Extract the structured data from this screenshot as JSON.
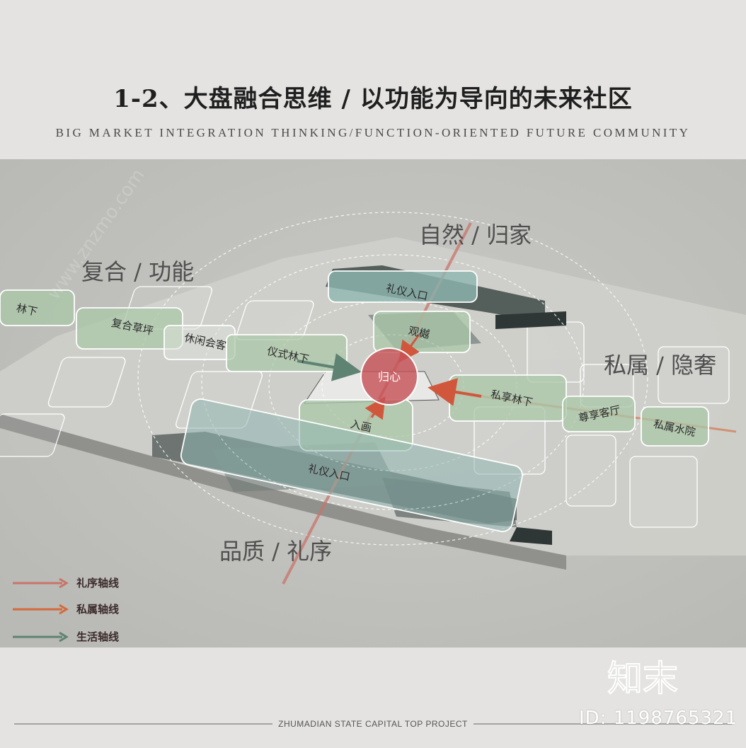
{
  "header": {
    "title": "1-2、大盘融合思维 / 以功能为导向的未来社区",
    "subtitle": "BIG MARKET INTEGRATION THINKING/FUNCTION-ORIENTED FUTURE COMMUNITY"
  },
  "zones": {
    "top": "自然 / 归家",
    "left": "复合 / 功能",
    "right": "私属 / 隐奢",
    "bottom": "品质 / 礼序"
  },
  "nodes": {
    "forest_left": "林下",
    "compound_lawn": "复合草坪",
    "leisure_club": "休闲会客",
    "ceremony_forest": "仪式林下",
    "entry_top": "礼仪入口",
    "view_point": "观樾",
    "core": "归心",
    "into_painting": "入画",
    "entry_bottom": "礼仪入口",
    "private_forest": "私享林下",
    "vip_lounge": "尊享客厅",
    "private_water_court": "私属水院"
  },
  "legend": {
    "items": [
      {
        "label": "礼序轴线",
        "color": "#c8746a"
      },
      {
        "label": "私属轴线",
        "color": "#d46a3c"
      },
      {
        "label": "生活轴线",
        "color": "#5e8373"
      }
    ]
  },
  "colors": {
    "core_red": "#c75358",
    "green_box": "#a9c7a7",
    "teal_box": "#8fb6b0"
  },
  "footer": {
    "project": "ZHUMADIAN STATE CAPITAL TOP PROJECT"
  },
  "watermark": {
    "brand": "知末",
    "id": "ID: 1198765321",
    "site": "www.znzmo.com"
  }
}
